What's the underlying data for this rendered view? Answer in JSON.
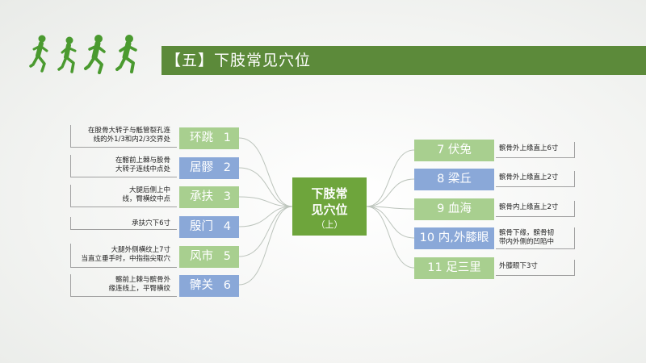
{
  "header": {
    "title": "【五】下肢常见穴位"
  },
  "center": {
    "title_line1": "下肢常",
    "title_line2": "见穴位",
    "subtitle": "（上）"
  },
  "left_nodes": [
    {
      "name": "环跳",
      "num": "1",
      "desc1": "在股骨大转子与骶管裂孔连",
      "desc2": "线的外1/3和内2/3交界处"
    },
    {
      "name": "居髎",
      "num": "2",
      "desc1": "在髂前上棘与股骨",
      "desc2": "大转子连线中点处"
    },
    {
      "name": "承扶",
      "num": "3",
      "desc1": "大腿后侧上中",
      "desc2": "线，臀横纹中点"
    },
    {
      "name": "殷门",
      "num": "4",
      "desc1": "承扶穴下6寸",
      "desc2": ""
    },
    {
      "name": "风市",
      "num": "5",
      "desc1": "大腿外侧横纹上7寸",
      "desc2": "当直立垂手时，中指指尖取穴"
    },
    {
      "name": "髀关",
      "num": "6",
      "desc1": "髂前上棘与髌骨外",
      "desc2": "缘连线上，平臀横纹"
    }
  ],
  "right_nodes": [
    {
      "label": "7  伏兔",
      "desc1": "髌骨外上缘直上6寸",
      "desc2": ""
    },
    {
      "label": "8  梁丘",
      "desc1": "髌骨外上缘直上2寸",
      "desc2": ""
    },
    {
      "label": "9  血海",
      "desc1": "髌骨内上缘直上2寸",
      "desc2": ""
    },
    {
      "label": "10  内,外膝眼",
      "desc1": "髌骨下缘，髌骨韧",
      "desc2": "带内外侧的凹陷中"
    },
    {
      "label": "11 足三里",
      "desc1": "外膝眼下3寸",
      "desc2": ""
    }
  ],
  "colors": {
    "title_bar": "#5c8a3a",
    "center": "#6ea53c",
    "node_green": "#a8cf8f",
    "node_blue": "#8aa8d8",
    "runner": "#4a9a2f"
  },
  "icons": {
    "logo": "runners-icon"
  }
}
